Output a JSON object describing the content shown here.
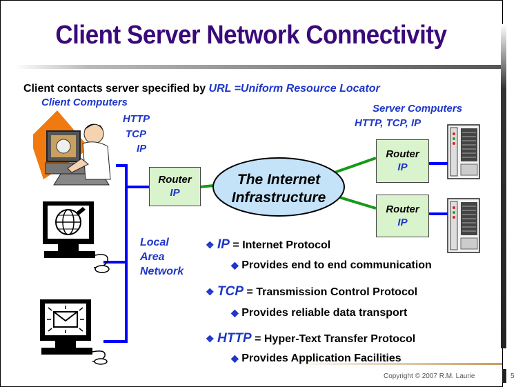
{
  "slide": {
    "title": "Client Server  Network Connectivity",
    "intro_prefix": "Client contacts server specified by ",
    "intro_url": "URL =Uniform Resource Locator",
    "client_label": "Client Computers",
    "client_protocols": [
      "HTTP",
      "TCP",
      "IP"
    ],
    "server_label": "Server Computers",
    "server_protocols": "HTTP, TCP, IP",
    "lan_label": [
      "Local",
      "Area",
      "Network"
    ],
    "internet_label": [
      "The Internet",
      "Infrastructure"
    ],
    "routers": [
      {
        "name": "Router",
        "proto": "IP"
      },
      {
        "name": "Router",
        "proto": "IP"
      },
      {
        "name": "Router",
        "proto": "IP"
      }
    ],
    "bullets": [
      {
        "term": "IP",
        "desc": " = Internet Protocol",
        "sub": "Provides end to end communication"
      },
      {
        "term": "TCP",
        "desc": " = Transmission Control Protocol",
        "sub": "Provides reliable data transport"
      },
      {
        "term": "HTTP",
        "desc": " = Hyper-Text Transfer Protocol",
        "sub": "Provides Application Facilities"
      }
    ],
    "copyright": "Copyright © 2007  R.M. Laurie",
    "page_number": "5"
  },
  "colors": {
    "title": "#3a0a7a",
    "accent_blue": "#1e37c8",
    "router_fill": "#d9f3cc",
    "internet_fill": "#c5e3f8",
    "lan_line": "#0000ff",
    "wan_line": "#169a16"
  }
}
